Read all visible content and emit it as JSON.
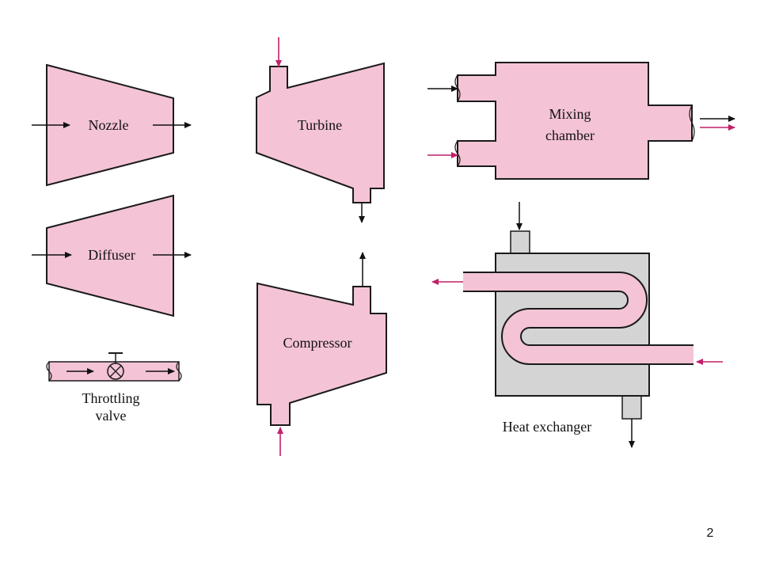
{
  "colors": {
    "device_fill": "#f4c3d6",
    "shell_fill": "#d4d4d4",
    "outline": "#1a1a1a",
    "black_arrow": "#111111",
    "magenta_arrow": "#c0206a"
  },
  "labels": {
    "nozzle": "Nozzle",
    "diffuser": "Diffuser",
    "throttling_valve_line1": "Throttling",
    "throttling_valve_line2": "valve",
    "turbine": "Turbine",
    "compressor": "Compressor",
    "mixing_chamber_line1": "Mixing",
    "mixing_chamber_line2": "chamber",
    "heat_exchanger": "Heat exchanger"
  },
  "page_number": "2"
}
